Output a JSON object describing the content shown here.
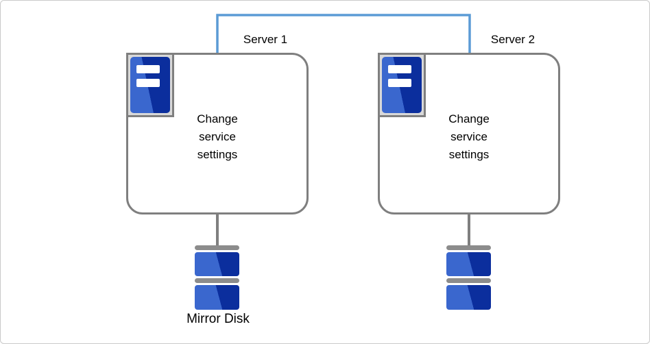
{
  "diagram": {
    "servers": [
      {
        "label": "Server 1",
        "action": "Change\nservice\nsettings"
      },
      {
        "label": "Server 2",
        "action": "Change\nservice\nsettings"
      }
    ],
    "disk_label": "Mirror Disk",
    "colors": {
      "interconnect_blue": "#5B9BD5",
      "box_border_gray": "#7F7F7F",
      "icon_light_blue": "#3A67CE",
      "icon_dark_blue": "#0B2E9D",
      "icon_frame_fill": "#D9D9D9",
      "disk_cap_gray": "#8C8C8C",
      "text": "#000000"
    }
  }
}
